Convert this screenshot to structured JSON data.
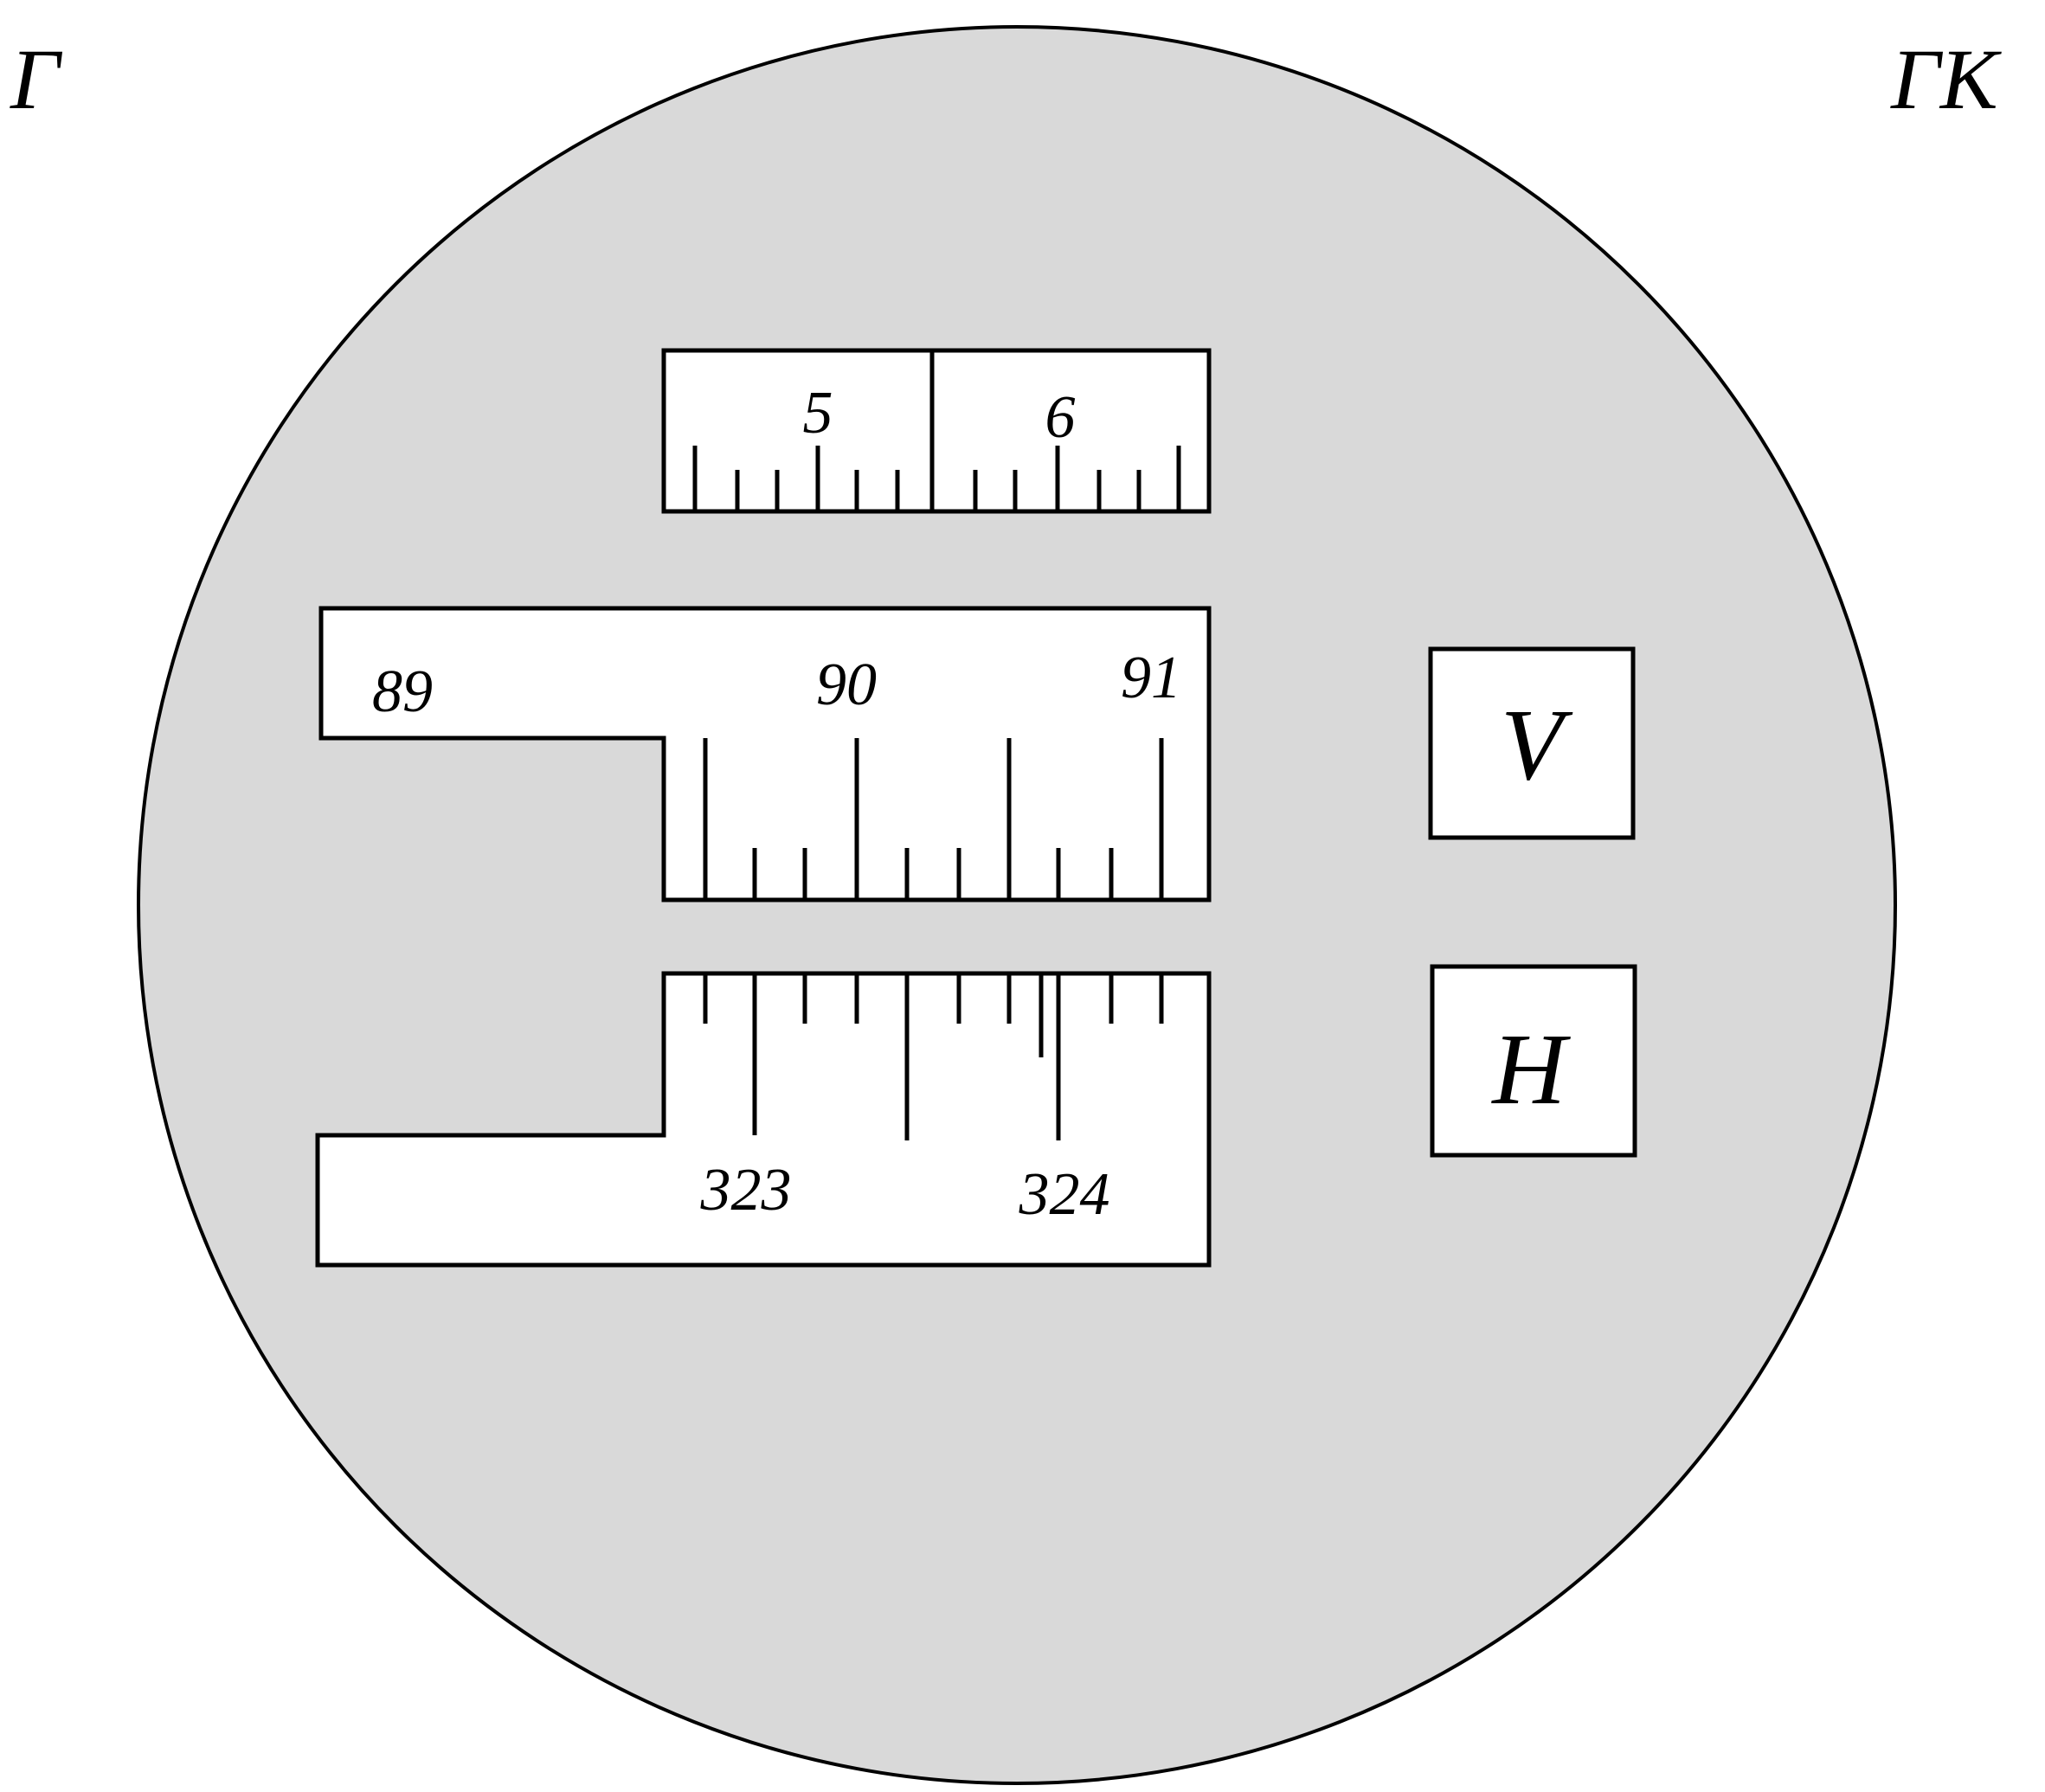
{
  "corner_labels": {
    "left": "Г",
    "right": "ГК"
  },
  "top_scale": {
    "labels": [
      "5",
      "6"
    ]
  },
  "vertical_scale": {
    "labels": [
      "89",
      "90",
      "91"
    ]
  },
  "horizontal_scale": {
    "labels": [
      "323",
      "324"
    ]
  },
  "boxes": {
    "v": "V",
    "h": "H"
  },
  "colors": {
    "field": "#d9d9d9",
    "background": "#ffffff",
    "ink": "#000000"
  }
}
